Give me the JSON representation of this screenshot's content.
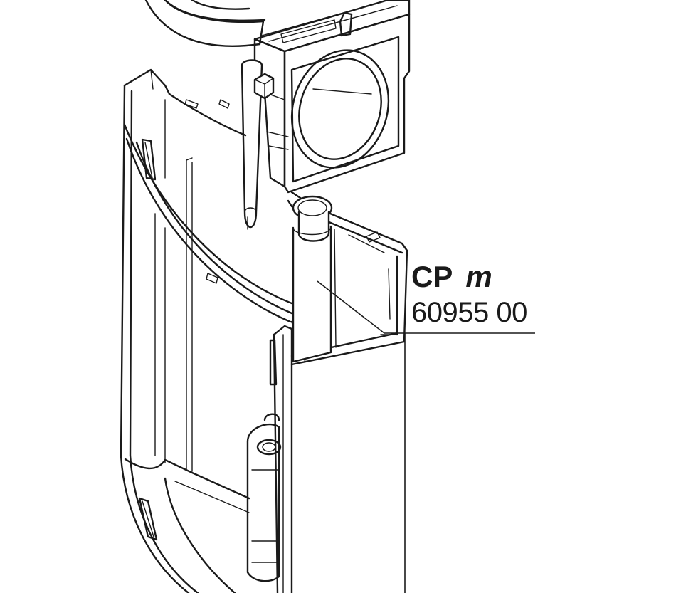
{
  "callout": {
    "model": "CP",
    "model_suffix": "m",
    "part_number": "60955 00"
  },
  "colors": {
    "line": "#1a1a1a",
    "background": "#ffffff"
  }
}
